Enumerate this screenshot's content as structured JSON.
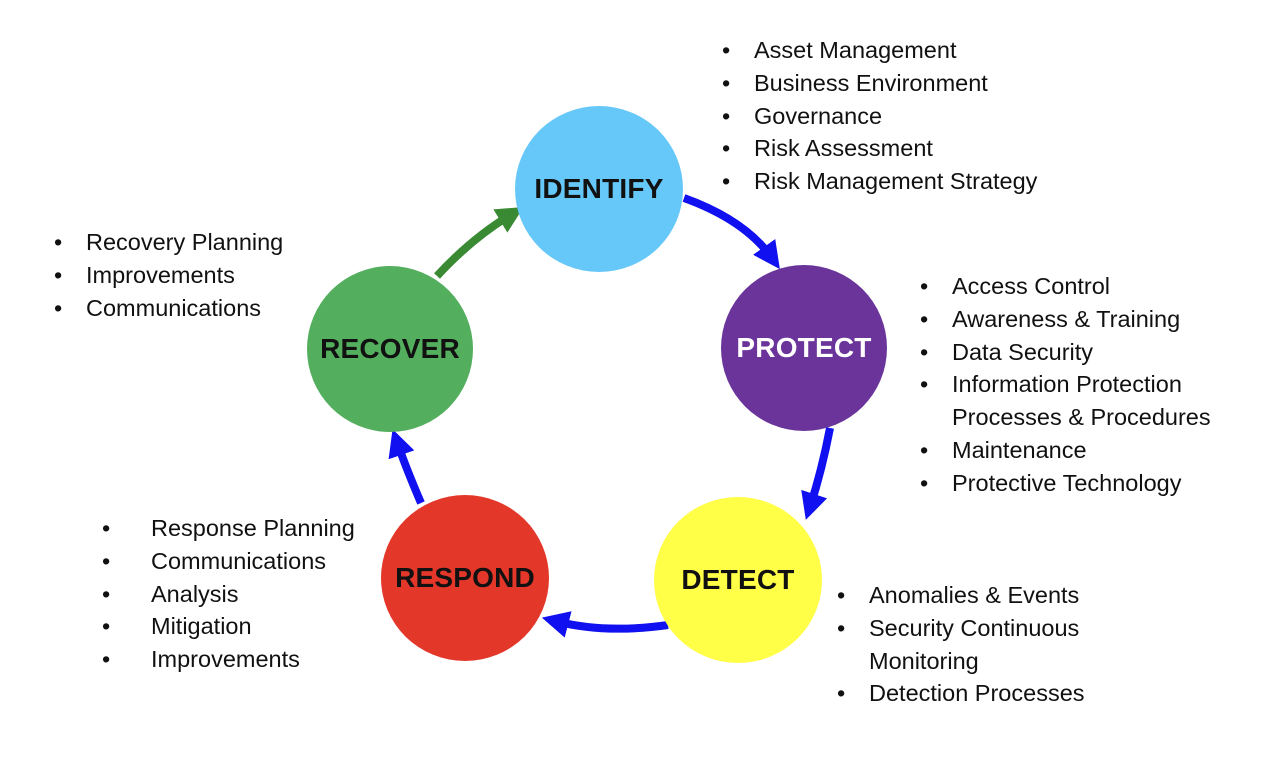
{
  "colors": {
    "identify": "#66C8F8",
    "protect": "#6A349A",
    "detect": "#FFFF47",
    "respond": "#E3372A",
    "recover": "#53AE5D",
    "arrow_blue": "#1010F0",
    "arrow_green": "#3A8A33"
  },
  "functions": {
    "identify": {
      "label": "IDENTIFY",
      "items": [
        "Asset Management",
        "Business Environment",
        "Governance",
        "Risk Assessment",
        "Risk Management Strategy"
      ]
    },
    "protect": {
      "label": "PROTECT",
      "items": [
        "Access Control",
        "Awareness & Training",
        "Data Security",
        "Information Protection",
        "Processes & Procedures",
        "Maintenance",
        "Protective Technology"
      ]
    },
    "detect": {
      "label": "DETECT",
      "items": [
        "Anomalies & Events",
        "Security Continuous",
        "Monitoring",
        "Detection Processes"
      ]
    },
    "respond": {
      "label": "RESPOND",
      "items": [
        "Response Planning",
        "Communications",
        "Analysis",
        "Mitigation",
        "Improvements"
      ]
    },
    "recover": {
      "label": "RECOVER",
      "items": [
        "Recovery Planning",
        "Improvements",
        "Communications"
      ]
    }
  }
}
